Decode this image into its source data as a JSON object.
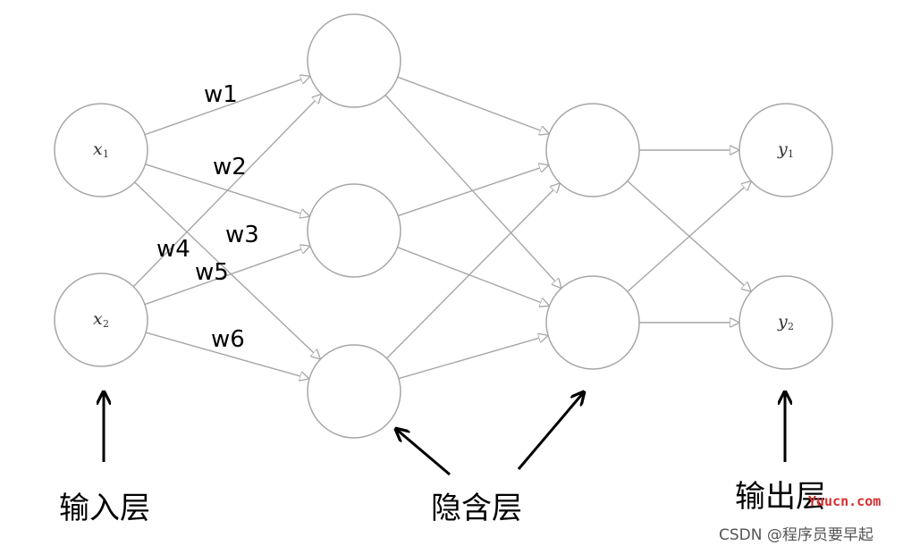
{
  "diagram": {
    "input_nodes": [
      {
        "id": "x1",
        "label": "x",
        "sub": "1"
      },
      {
        "id": "x2",
        "label": "x",
        "sub": "2"
      }
    ],
    "hidden1_nodes": [
      {
        "id": "h1a",
        "label": ""
      },
      {
        "id": "h1b",
        "label": ""
      },
      {
        "id": "h1c",
        "label": ""
      }
    ],
    "hidden2_nodes": [
      {
        "id": "h2a",
        "label": ""
      },
      {
        "id": "h2b",
        "label": ""
      }
    ],
    "output_nodes": [
      {
        "id": "y1",
        "label": "y",
        "sub": "1"
      },
      {
        "id": "y2",
        "label": "y",
        "sub": "2"
      }
    ],
    "edges": [
      {
        "from": "x1",
        "to": "h1a",
        "weight": "w1"
      },
      {
        "from": "x1",
        "to": "h1b",
        "weight": "w2"
      },
      {
        "from": "x1",
        "to": "h1c",
        "weight": "w3"
      },
      {
        "from": "x2",
        "to": "h1a",
        "weight": "w4"
      },
      {
        "from": "x2",
        "to": "h1b",
        "weight": "w5"
      },
      {
        "from": "x2",
        "to": "h1c",
        "weight": "w6"
      },
      {
        "from": "h1a",
        "to": "h2a"
      },
      {
        "from": "h1a",
        "to": "h2b"
      },
      {
        "from": "h1b",
        "to": "h2a"
      },
      {
        "from": "h1b",
        "to": "h2b"
      },
      {
        "from": "h1c",
        "to": "h2a"
      },
      {
        "from": "h1c",
        "to": "h2b"
      },
      {
        "from": "h2a",
        "to": "y1"
      },
      {
        "from": "h2a",
        "to": "y2"
      },
      {
        "from": "h2b",
        "to": "y1"
      },
      {
        "from": "h2b",
        "to": "y2"
      }
    ],
    "weight_labels": {
      "w1": "w1",
      "w2": "w2",
      "w3": "w3",
      "w4": "w4",
      "w5": "w5",
      "w6": "w6"
    },
    "layer_labels": {
      "input": "输入层",
      "hidden": "隐含层",
      "output": "输出层"
    },
    "colors": {
      "node_stroke": "#a6a6a6",
      "edge": "#a6a6a6",
      "pointer": "#000000",
      "watermark_site": "#d62f2f"
    }
  },
  "watermark": {
    "site": "Yuucn.com",
    "credit": "CSDN @程序员要早起"
  }
}
